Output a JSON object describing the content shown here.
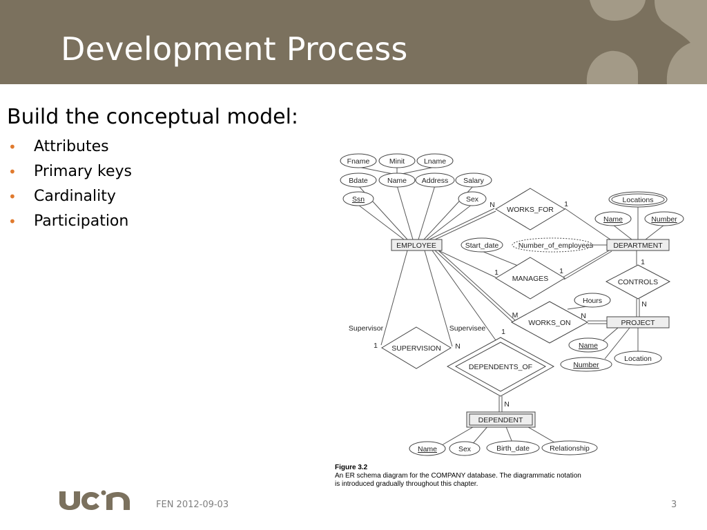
{
  "slide": {
    "title": "Development Process",
    "subtitle": "Build the conceptual model:",
    "bullets": [
      "Attributes",
      "Primary keys",
      "Cardinality",
      "Participation"
    ],
    "footer_date": "FEN 2012-09-03",
    "page_number": "3",
    "logo_text": "UCN"
  },
  "colors": {
    "header": "#7b715e",
    "bullet": "#e07a2e",
    "logo": "#7b715e"
  },
  "figure": {
    "label": "Figure 3.2",
    "caption_line1": "An ER schema diagram for the COMPANY database. The diagrammatic notation",
    "caption_line2": "is introduced gradually throughout this chapter."
  },
  "diagram": {
    "entities": {
      "employee": "EMPLOYEE",
      "department": "DEPARTMENT",
      "project": "PROJECT",
      "dependent": "DEPENDENT"
    },
    "relationships": {
      "works_for": "WORKS_FOR",
      "manages": "MANAGES",
      "works_on": "WORKS_ON",
      "controls": "CONTROLS",
      "supervision": "SUPERVISION",
      "dependents_of": "DEPENDENTS_OF"
    },
    "attributes": {
      "fname": "Fname",
      "minit": "Minit",
      "lname": "Lname",
      "bdate": "Bdate",
      "name": "Name",
      "address": "Address",
      "salary": "Salary",
      "ssn": "Ssn",
      "sex": "Sex",
      "locations": "Locations",
      "dept_name": "Name",
      "dept_number": "Number",
      "start_date": "Start_date",
      "number_of_employees": "Number_of_employees",
      "hours": "Hours",
      "proj_name": "Name",
      "proj_number": "Number",
      "proj_location": "Location",
      "dep_name": "Name",
      "dep_sex": "Sex",
      "birth_date": "Birth_date",
      "relationship": "Relationship"
    },
    "roles": {
      "supervisor": "Supervisor",
      "supervisee": "Supervisee"
    },
    "cardinalities": {
      "works_for_emp": "N",
      "works_for_dept": "1",
      "manages_emp": "1",
      "manages_dept": "1",
      "controls_dept": "1",
      "controls_proj": "N",
      "works_on_emp": "M",
      "works_on_proj": "N",
      "supervision_supervisor": "1",
      "supervision_supervisee": "N",
      "dependents_emp": "1",
      "dependents_dep": "N"
    }
  }
}
